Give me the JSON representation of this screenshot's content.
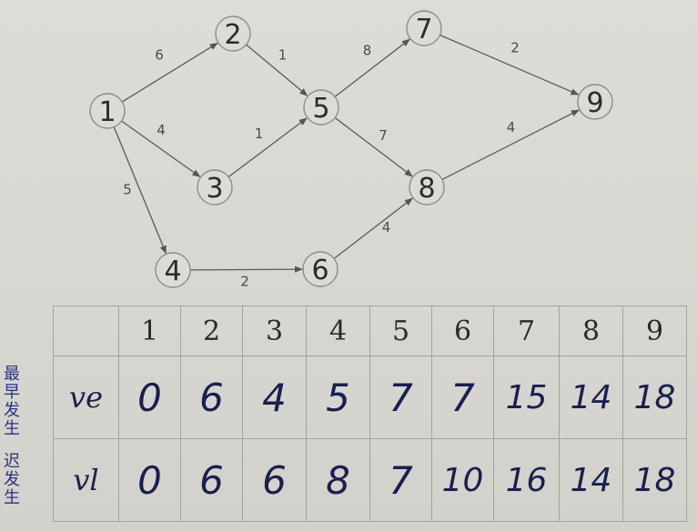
{
  "graph": {
    "nodes": [
      {
        "id": "1",
        "label": "1"
      },
      {
        "id": "2",
        "label": "2"
      },
      {
        "id": "3",
        "label": "3"
      },
      {
        "id": "4",
        "label": "4"
      },
      {
        "id": "5",
        "label": "5"
      },
      {
        "id": "6",
        "label": "6"
      },
      {
        "id": "7",
        "label": "7"
      },
      {
        "id": "8",
        "label": "8"
      },
      {
        "id": "9",
        "label": "9"
      }
    ],
    "edges": [
      {
        "from": "1",
        "to": "2",
        "weight": "6"
      },
      {
        "from": "1",
        "to": "3",
        "weight": "4"
      },
      {
        "from": "1",
        "to": "4",
        "weight": "5"
      },
      {
        "from": "2",
        "to": "5",
        "weight": "1"
      },
      {
        "from": "3",
        "to": "5",
        "weight": "1"
      },
      {
        "from": "4",
        "to": "6",
        "weight": "2"
      },
      {
        "from": "5",
        "to": "7",
        "weight": "8"
      },
      {
        "from": "5",
        "to": "8",
        "weight": "7"
      },
      {
        "from": "6",
        "to": "8",
        "weight": "4"
      },
      {
        "from": "7",
        "to": "9",
        "weight": "2"
      },
      {
        "from": "8",
        "to": "9",
        "weight": "4"
      }
    ]
  },
  "table": {
    "columns": [
      "1",
      "2",
      "3",
      "4",
      "5",
      "6",
      "7",
      "8",
      "9"
    ],
    "rows": [
      {
        "label": "ve",
        "side_note": "最早发生",
        "values": [
          "0",
          "6",
          "4",
          "5",
          "7",
          "7",
          "15",
          "14",
          "18"
        ]
      },
      {
        "label": "vl",
        "side_note": "迟发生",
        "values": [
          "0",
          "6",
          "6",
          "8",
          "7",
          "10",
          "16",
          "14",
          "18"
        ]
      }
    ]
  },
  "colors": {
    "ink_blue": "#1a1f4f",
    "pencil_gray": "#5a5a5a",
    "paper": "#d9d8d3"
  }
}
